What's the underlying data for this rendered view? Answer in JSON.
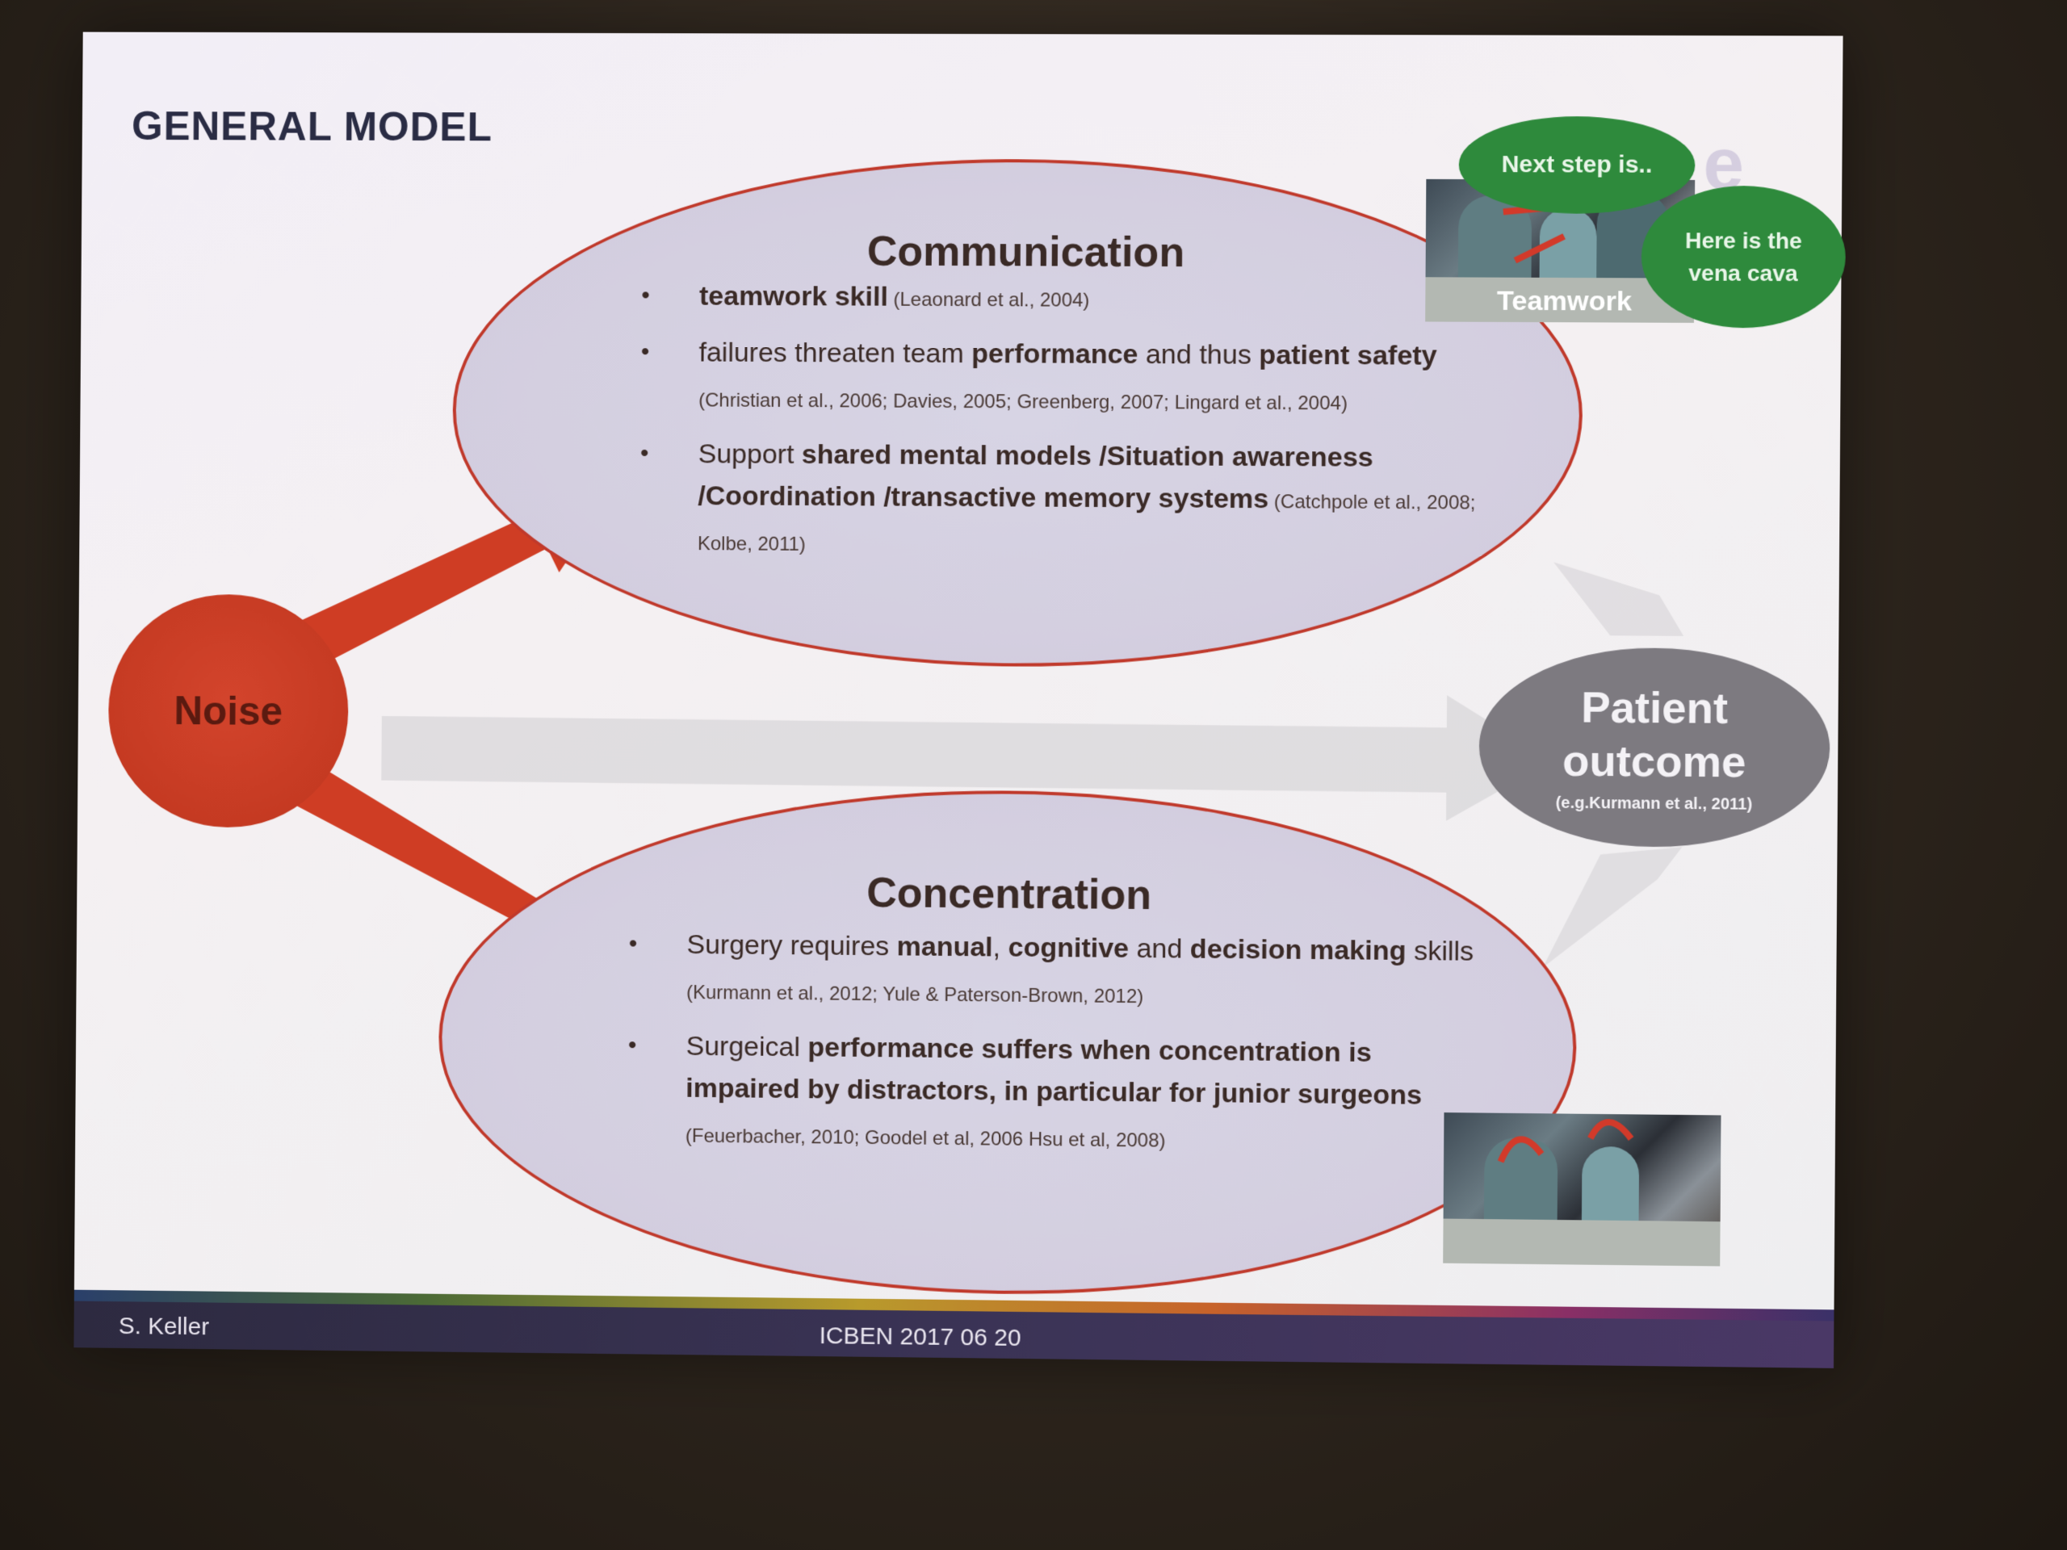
{
  "slide": {
    "title": "GENERAL MODEL",
    "communication": {
      "title": "Communication",
      "bullets": [
        {
          "parts": [
            [
              "teamwork skill",
              true
            ]
          ],
          "cite": "(Leaonard et al., 2004)"
        },
        {
          "parts": [
            [
              "failures threaten team ",
              false
            ],
            [
              "performance",
              true
            ],
            [
              " and thus ",
              false
            ],
            [
              "patient safety",
              true
            ]
          ],
          "cite": "(Christian et al., 2006; Davies, 2005; Greenberg, 2007; Lingard et al., 2004)"
        },
        {
          "parts": [
            [
              "Support ",
              false
            ],
            [
              "shared mental models /Situation awareness /Coordination /transactive memory systems",
              true
            ]
          ],
          "cite": "(Catchpole et al., 2008; Kolbe, 2011)"
        }
      ]
    },
    "concentration": {
      "title": "Concentration",
      "bullets": [
        {
          "parts": [
            [
              "Surgery requires ",
              false
            ],
            [
              "manual",
              true
            ],
            [
              ", ",
              false
            ],
            [
              "cognitive",
              true
            ],
            [
              " and ",
              false
            ],
            [
              "decision making",
              true
            ],
            [
              " skills",
              false
            ]
          ],
          "cite": "(Kurmann et al., 2012; Yule & Paterson-Brown, 2012)"
        },
        {
          "parts": [
            [
              "Surgeical ",
              false
            ],
            [
              "performance suffers when concentration is impaired by distractors, in particular for junior surgeons",
              true
            ]
          ],
          "cite": "(Feuerbacher, 2010; Goodel et al, 2006 Hsu et al, 2008)"
        }
      ]
    },
    "noise_label": "Noise",
    "patient": {
      "title": "Patient outcome",
      "cite": "(e.g.Kurmann et al., 2011)"
    },
    "photo_top_label": "Teamwork",
    "bubble_1": "Next step is..",
    "bubble_2": "Here is the vena cava",
    "footer": {
      "author": "S. Keller",
      "event": "ICBEN 2017 06 20"
    },
    "colors": {
      "accent_red": "#c53a22",
      "bubble_green": "#2e8a3c",
      "patient_grey": "#7d7a80"
    }
  }
}
